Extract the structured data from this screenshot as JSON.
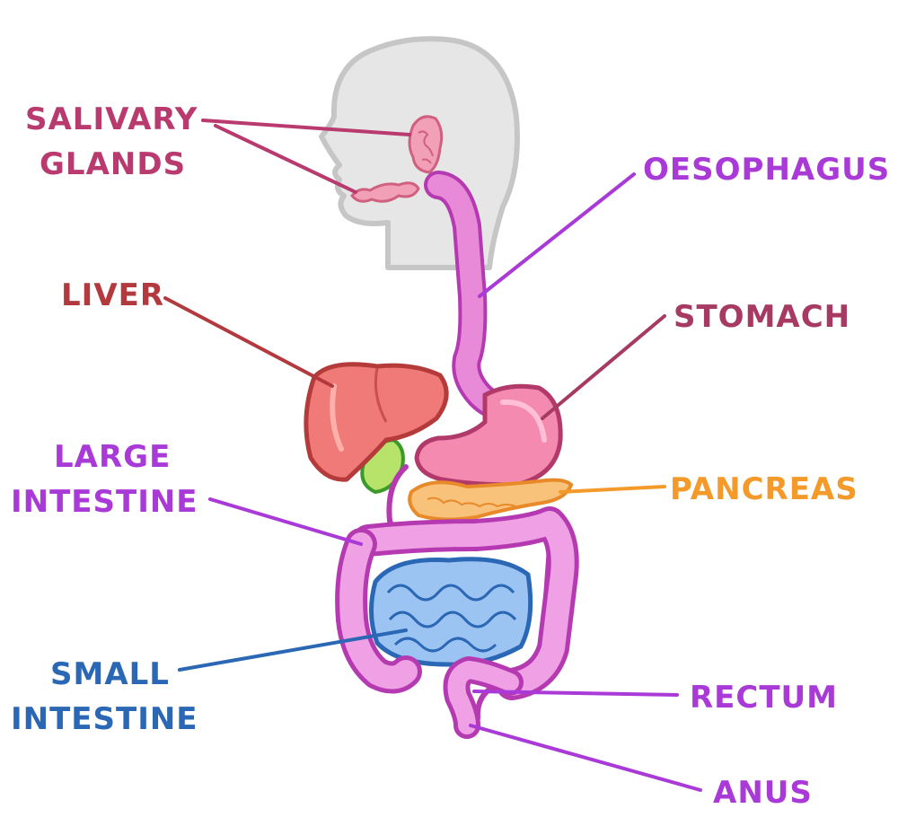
{
  "colors": {
    "salivary": "#b83a6e",
    "liver": "#b23a3e",
    "oesophagus": "#a93ad8",
    "stomach": "#a63a62",
    "pancreas": "#f39a2a",
    "large_intestine": "#a93ad8",
    "small_intestine": "#2a67b5",
    "rectum": "#a93ad8",
    "anus": "#a93ad8"
  },
  "labels": {
    "salivary_line1": "SALIVARY",
    "salivary_line2": "GLANDS",
    "oesophagus": "OESOPHAGUS",
    "liver": "LIVER",
    "stomach": "STOMACH",
    "large_line1": "LARGE",
    "large_line2": "INTESTINE",
    "pancreas": "PANCREAS",
    "small_line1": "SMALL",
    "small_line2": "INTESTINE",
    "rectum": "RECTUM",
    "anus": "ANUS"
  }
}
